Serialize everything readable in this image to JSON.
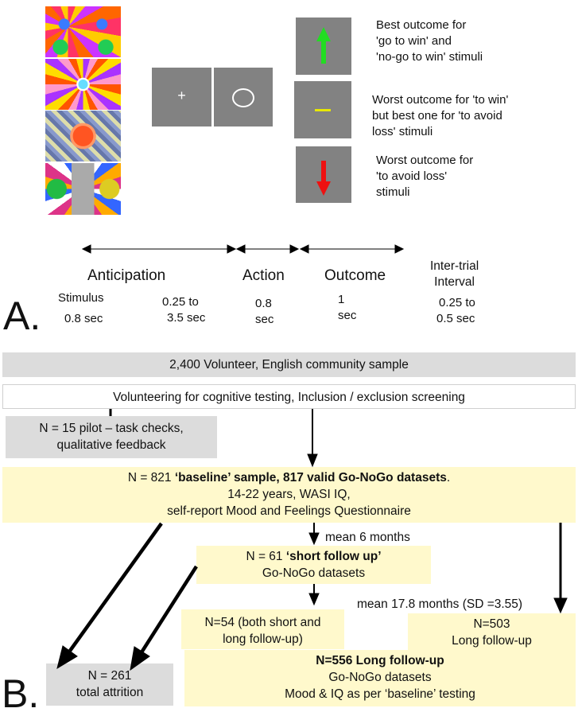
{
  "panel_a": {
    "letter": "A.",
    "outcomes": [
      {
        "arrow": "up-arrow",
        "color": "#22dd22",
        "lines": [
          "Best outcome for",
          "'go to win' and",
          "'no-go to win' stimuli"
        ]
      },
      {
        "arrow": "dash",
        "color": "#e8e800",
        "lines": [
          "Worst outcome for 'to win'",
          "but best one for 'to avoid",
          "loss' stimuli"
        ]
      },
      {
        "arrow": "down-arrow",
        "color": "#ee1111",
        "lines": [
          "Worst outcome for",
          "'to avoid loss'",
          "stimuli"
        ]
      }
    ],
    "fixation_symbol": "+",
    "phases": {
      "anticipation": "Anticipation",
      "action": "Action",
      "outcome": "Outcome",
      "iti_line1": "Inter-trial",
      "iti_line2": "Interval"
    },
    "timings": {
      "stimulus_line1": "Stimulus",
      "stimulus_line2": "0.8 sec",
      "fixation_line1": "0.25 to",
      "fixation_line2": "3.5 sec",
      "action_line1": "0.8",
      "action_line2": "sec",
      "outcome_line1": "1",
      "outcome_line2": "sec",
      "iti_line1": "0.25 to",
      "iti_line2": "0.5 sec"
    }
  },
  "panel_b": {
    "letter": "B.",
    "sample": "2,400 Volunteer, English community sample",
    "screening": "Volunteering for cognitive testing, Inclusion / exclusion screening",
    "pilot_line1": "N = 15 pilot – task checks,",
    "pilot_line2": "qualitative feedback",
    "baseline_prefix": "N = 821 ",
    "baseline_bold": "‘baseline’ sample, 817 valid Go-NoGo datasets",
    "baseline_suffix": ".",
    "baseline_line2": "14-22 years,  WASI IQ,",
    "baseline_line3": "self-report Mood and Feelings Questionnaire",
    "short_interval": "mean 6 months",
    "short_prefix": "N = 61 ",
    "short_bold": "‘short follow up’",
    "short_line2": "Go-NoGo datasets",
    "long_interval": "mean 17.8 months (SD =3.55)",
    "both_line1": "N=54  (both short and",
    "both_line2": "long follow-up)",
    "long_line1": "N=503",
    "long_line2": "Long follow-up",
    "total_bold": "N=556 Long follow-up",
    "total_line2": "Go-NoGo datasets",
    "total_line3": "Mood & IQ as per ‘baseline’ testing",
    "attrition_line1": "N = 261",
    "attrition_line2": "total attrition"
  }
}
